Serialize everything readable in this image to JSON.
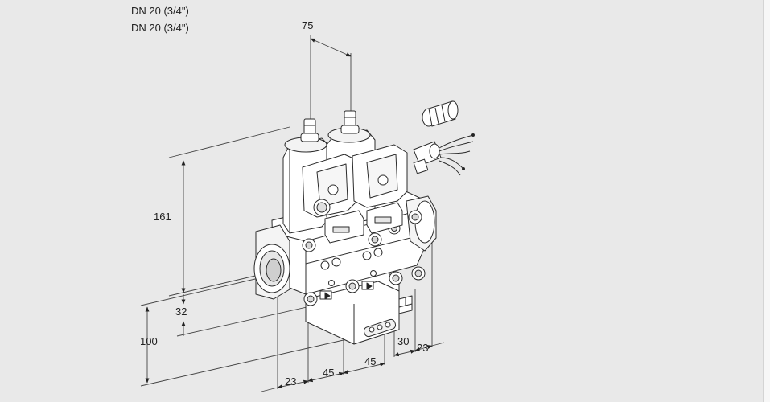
{
  "header": {
    "line1": "DN 20 (3/4\")",
    "line2": "DN 20 (3/4\")"
  },
  "dimensions": {
    "top_spacing": "75",
    "height_total": "161",
    "offset_mid": "32",
    "height_lower": "100",
    "bottom_a": "23",
    "bottom_b": "45",
    "bottom_c": "45",
    "right_a": "30",
    "right_b": "23"
  },
  "colors": {
    "background": "#e9e9e9",
    "line": "#333333",
    "body": "#ffffff",
    "shade": "#cfcfcf"
  }
}
